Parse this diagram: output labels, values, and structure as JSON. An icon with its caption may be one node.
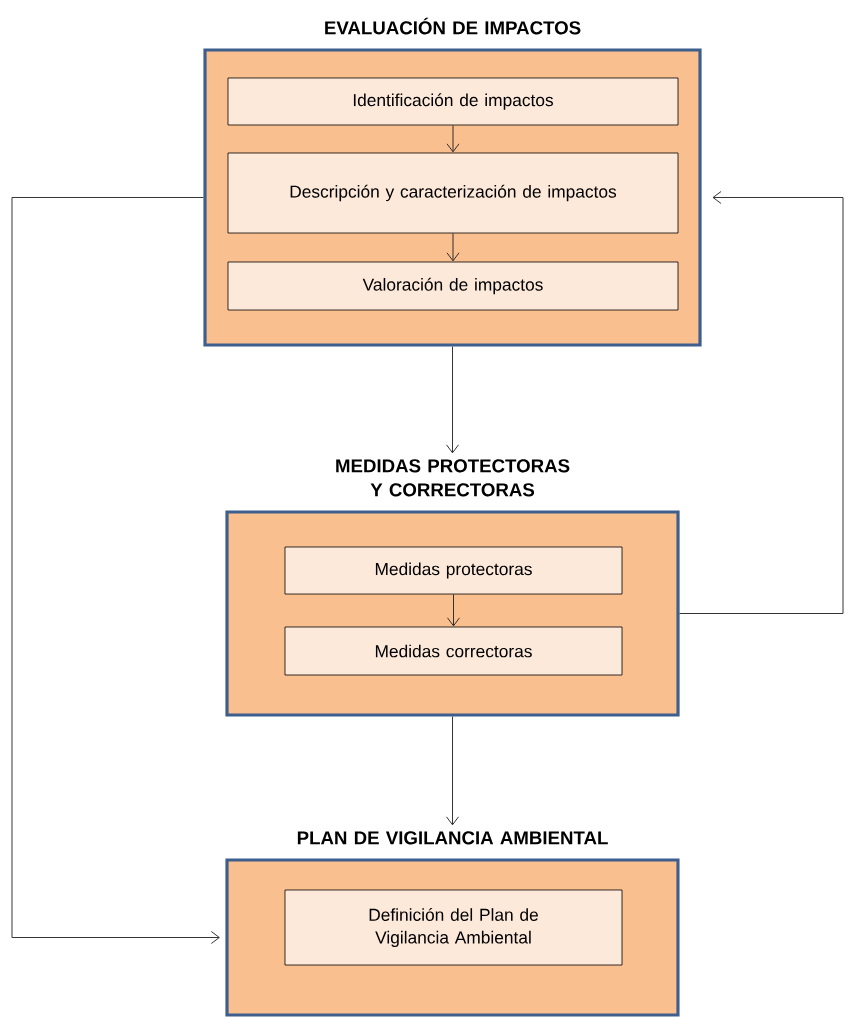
{
  "diagram": {
    "nodes": [
      {
        "text": [
          "EVALUACIÓN DE IMPACTOS"
        ]
      },
      {
        "text": [
          "Identificación de impactos"
        ],
        "in": 0
      },
      {
        "text": [
          "Descripción y caracterización de impactos"
        ],
        "in": 0
      },
      {
        "text": [
          "Valoración de impactos"
        ],
        "in": 0
      },
      {
        "text": [
          "MEDIDAS PROTECTORAS Y CORRECTORAS"
        ]
      },
      {
        "text": [
          "Medidas protectoras"
        ],
        "in": 4
      },
      {
        "text": [
          "Medidas correctoras"
        ],
        "in": 4
      },
      {
        "text": [
          "PLAN DE VIGILANCIA AMBIENTAL"
        ]
      },
      {
        "text": [
          "Definición del Plan de Vigilancia Ambiental"
        ],
        "in": 7
      }
    ],
    "edges": [
      {
        "from": 1,
        "to": 2,
        "arrow": "to"
      },
      {
        "from": 2,
        "to": 3,
        "arrow": "to"
      },
      {
        "from": 0,
        "to": 4,
        "arrow": "to"
      },
      {
        "from": 5,
        "to": 6,
        "arrow": "to"
      },
      {
        "from": 4,
        "to": 7,
        "arrow": "to"
      },
      {
        "from": 0,
        "to": 7,
        "arrow": "to"
      },
      {
        "from": 4,
        "to": 0,
        "arrow": "to"
      }
    ]
  }
}
